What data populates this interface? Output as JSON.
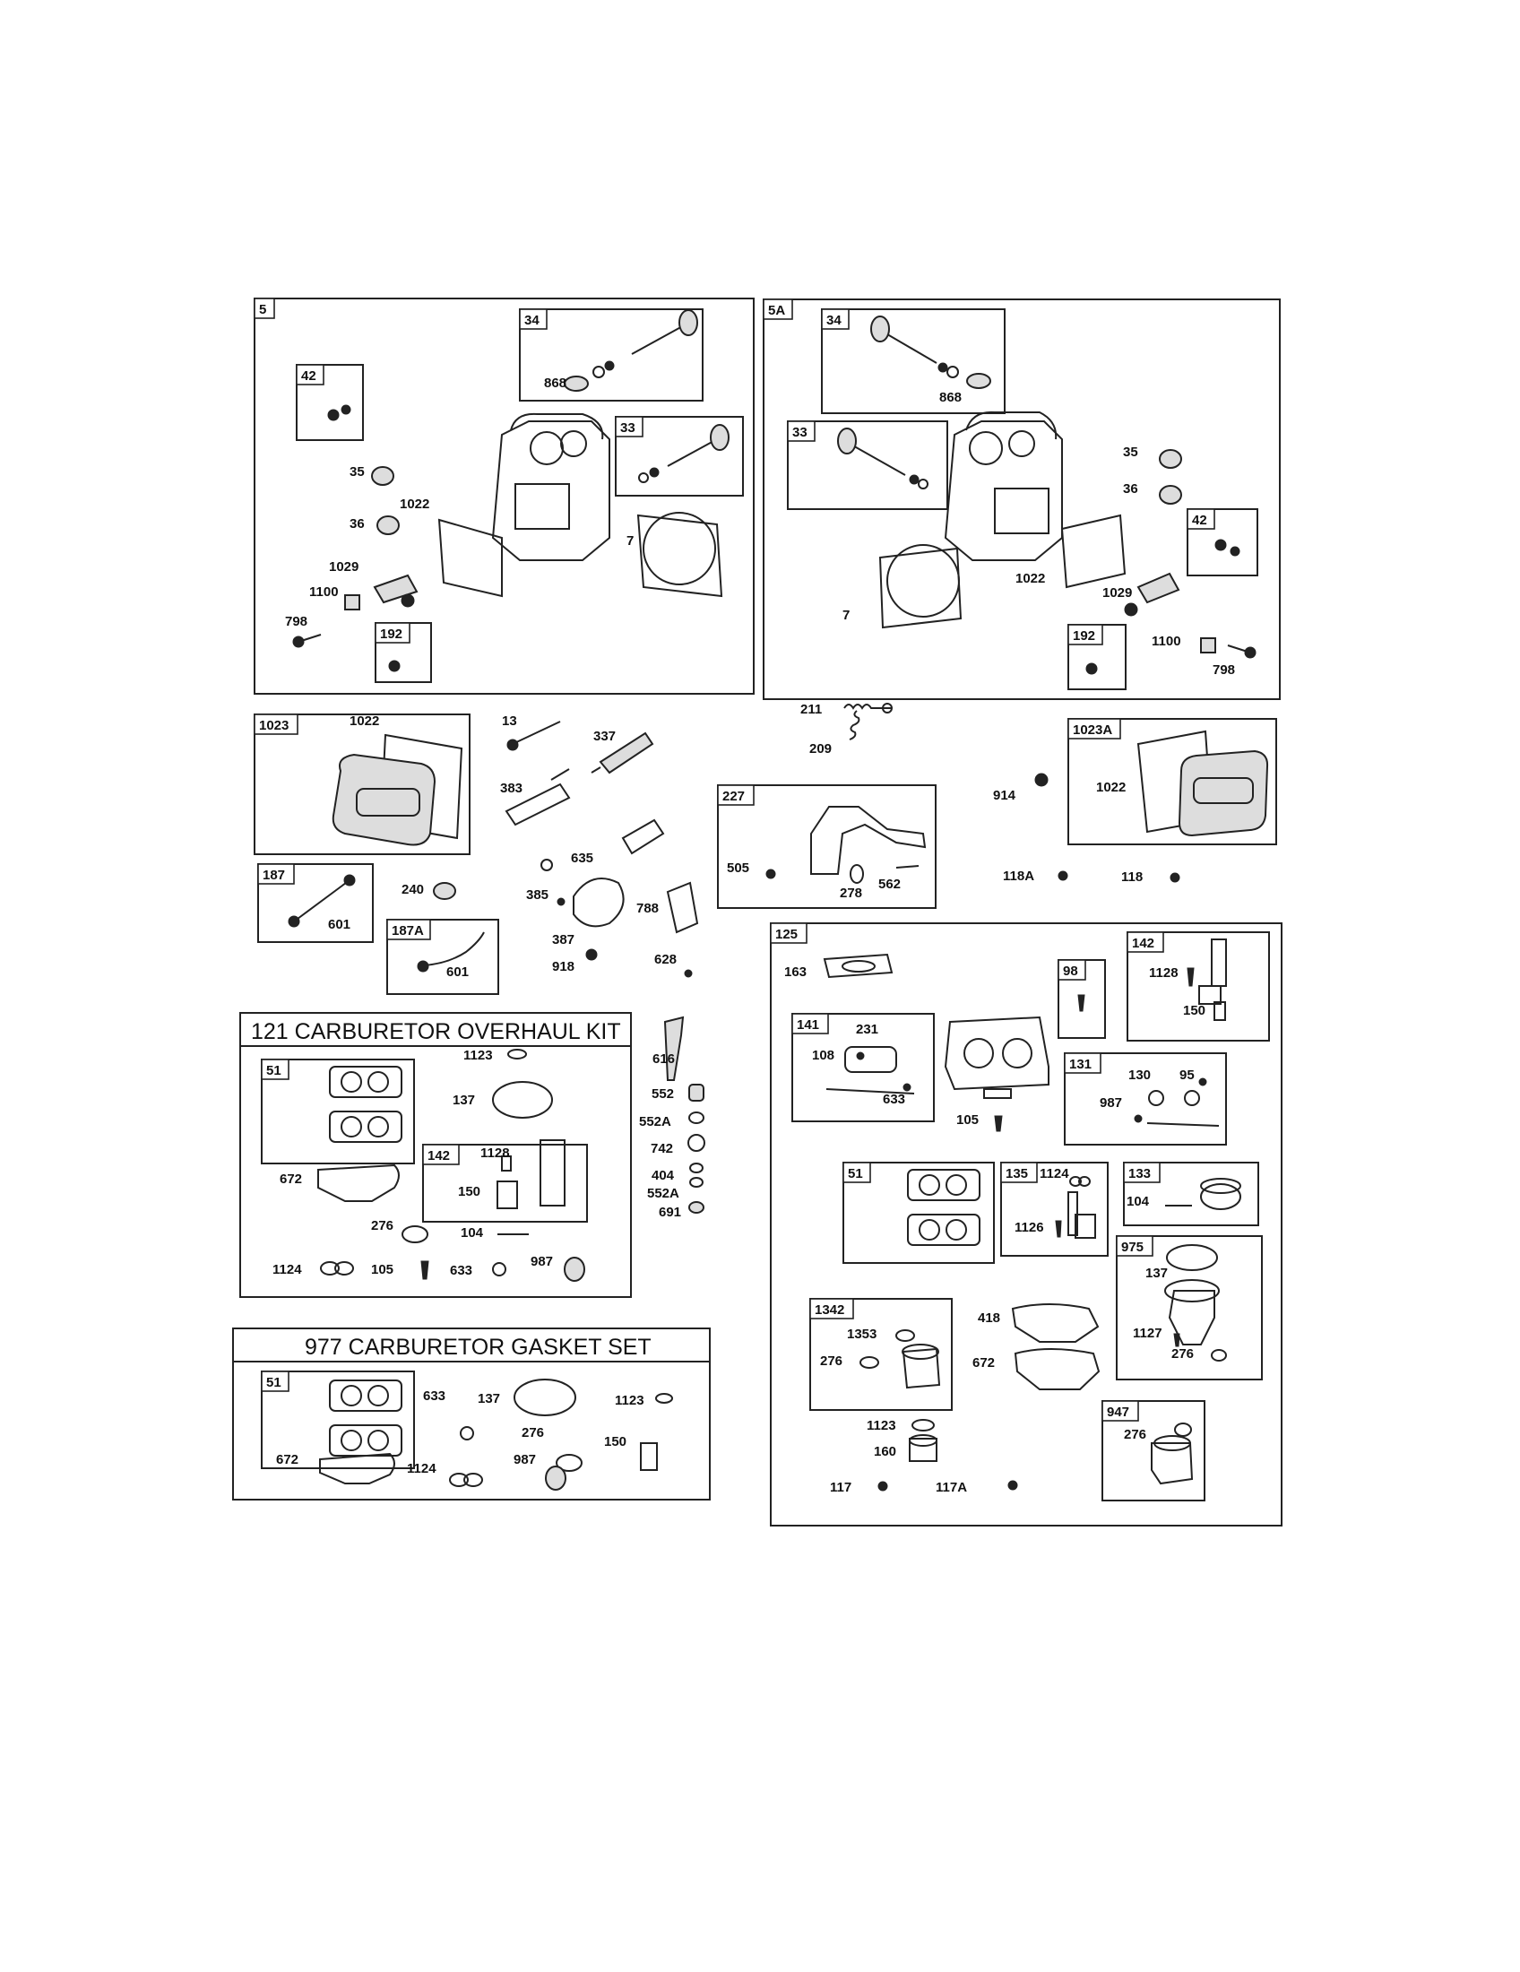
{
  "frames": [
    {
      "id": "f5",
      "tag": "5"
    },
    {
      "id": "f34a",
      "tag": "34"
    },
    {
      "id": "f42a",
      "tag": "42"
    },
    {
      "id": "f33a",
      "tag": "33"
    },
    {
      "id": "f192a",
      "tag": "192"
    },
    {
      "id": "f5A",
      "tag": "5A"
    },
    {
      "id": "f34b",
      "tag": "34"
    },
    {
      "id": "f33b",
      "tag": "33"
    },
    {
      "id": "f42b",
      "tag": "42"
    },
    {
      "id": "f192b",
      "tag": "192"
    },
    {
      "id": "f1023",
      "tag": "1023"
    },
    {
      "id": "f1023A",
      "tag": "1023A"
    },
    {
      "id": "f227",
      "tag": "227"
    },
    {
      "id": "f187",
      "tag": "187"
    },
    {
      "id": "f187A",
      "tag": "187A"
    },
    {
      "id": "f125",
      "tag": "125"
    },
    {
      "id": "f98",
      "tag": "98"
    },
    {
      "id": "f142b",
      "tag": "142"
    },
    {
      "id": "f141",
      "tag": "141"
    },
    {
      "id": "f131",
      "tag": "131"
    },
    {
      "id": "f51c",
      "tag": "51"
    },
    {
      "id": "f135",
      "tag": "135"
    },
    {
      "id": "f133",
      "tag": "133"
    },
    {
      "id": "f975",
      "tag": "975"
    },
    {
      "id": "f1342",
      "tag": "1342"
    },
    {
      "id": "f947",
      "tag": "947"
    },
    {
      "id": "f51a",
      "tag": "51"
    },
    {
      "id": "f142a",
      "tag": "142"
    },
    {
      "id": "f51b",
      "tag": "51"
    }
  ],
  "kits": {
    "overhaul_title": "121 CARBURETOR OVERHAUL KIT",
    "gasket_title": "977 CARBURETOR GASKET SET"
  },
  "callouts": [
    {
      "id": "c868a",
      "text": "868"
    },
    {
      "id": "c35a",
      "text": "35"
    },
    {
      "id": "c36a",
      "text": "36"
    },
    {
      "id": "c1022a",
      "text": "1022"
    },
    {
      "id": "c7a",
      "text": "7"
    },
    {
      "id": "c1029a",
      "text": "1029"
    },
    {
      "id": "c1100a",
      "text": "1100"
    },
    {
      "id": "c798a",
      "text": "798"
    },
    {
      "id": "c868b",
      "text": "868"
    },
    {
      "id": "c35b",
      "text": "35"
    },
    {
      "id": "c36b",
      "text": "36"
    },
    {
      "id": "c1022b",
      "text": "1022"
    },
    {
      "id": "c7b",
      "text": "7"
    },
    {
      "id": "c1029b",
      "text": "1029"
    },
    {
      "id": "c1100b",
      "text": "1100"
    },
    {
      "id": "c798b",
      "text": "798"
    },
    {
      "id": "c1022c",
      "text": "1022"
    },
    {
      "id": "c13",
      "text": "13"
    },
    {
      "id": "c337",
      "text": "337"
    },
    {
      "id": "c383",
      "text": "383"
    },
    {
      "id": "c211",
      "text": "211"
    },
    {
      "id": "c209",
      "text": "209"
    },
    {
      "id": "c914",
      "text": "914"
    },
    {
      "id": "c1022d",
      "text": "1022"
    },
    {
      "id": "c635",
      "text": "635"
    },
    {
      "id": "c505",
      "text": "505"
    },
    {
      "id": "c278",
      "text": "278"
    },
    {
      "id": "c562",
      "text": "562"
    },
    {
      "id": "c118A",
      "text": "118A"
    },
    {
      "id": "c118",
      "text": "118"
    },
    {
      "id": "c601a",
      "text": "601"
    },
    {
      "id": "c240",
      "text": "240"
    },
    {
      "id": "c385",
      "text": "385"
    },
    {
      "id": "c788",
      "text": "788"
    },
    {
      "id": "c387",
      "text": "387"
    },
    {
      "id": "c918",
      "text": "918"
    },
    {
      "id": "c628",
      "text": "628"
    },
    {
      "id": "c601b",
      "text": "601"
    },
    {
      "id": "c616",
      "text": "616"
    },
    {
      "id": "c552",
      "text": "552"
    },
    {
      "id": "c552A",
      "text": "552A"
    },
    {
      "id": "c742",
      "text": "742"
    },
    {
      "id": "c404",
      "text": "404"
    },
    {
      "id": "c552Ab",
      "text": "552A"
    },
    {
      "id": "c691",
      "text": "691"
    },
    {
      "id": "c1123a",
      "text": "1123"
    },
    {
      "id": "c137a",
      "text": "137"
    },
    {
      "id": "c1128a",
      "text": "1128"
    },
    {
      "id": "c150a",
      "text": "150"
    },
    {
      "id": "c672a",
      "text": "672"
    },
    {
      "id": "c276a",
      "text": "276"
    },
    {
      "id": "c104a",
      "text": "104"
    },
    {
      "id": "c1124a",
      "text": "1124"
    },
    {
      "id": "c105a",
      "text": "105"
    },
    {
      "id": "c633a",
      "text": "633"
    },
    {
      "id": "c987a",
      "text": "987"
    },
    {
      "id": "c137b",
      "text": "137"
    },
    {
      "id": "c1123b",
      "text": "1123"
    },
    {
      "id": "c633b",
      "text": "633"
    },
    {
      "id": "c276b",
      "text": "276"
    },
    {
      "id": "c150b",
      "text": "150"
    },
    {
      "id": "c672b",
      "text": "672"
    },
    {
      "id": "c1124b",
      "text": "1124"
    },
    {
      "id": "c987b",
      "text": "987"
    },
    {
      "id": "c163",
      "text": "163"
    },
    {
      "id": "c1128b",
      "text": "1128"
    },
    {
      "id": "c150c",
      "text": "150"
    },
    {
      "id": "c231",
      "text": "231"
    },
    {
      "id": "c108",
      "text": "108"
    },
    {
      "id": "c633c",
      "text": "633"
    },
    {
      "id": "c105b",
      "text": "105"
    },
    {
      "id": "c130",
      "text": "130"
    },
    {
      "id": "c95",
      "text": "95"
    },
    {
      "id": "c987c",
      "text": "987"
    },
    {
      "id": "c1124c",
      "text": "1124"
    },
    {
      "id": "c1126",
      "text": "1126"
    },
    {
      "id": "c104b",
      "text": "104"
    },
    {
      "id": "c137c",
      "text": "137"
    },
    {
      "id": "c1127",
      "text": "1127"
    },
    {
      "id": "c276c",
      "text": "276"
    },
    {
      "id": "c1353",
      "text": "1353"
    },
    {
      "id": "c276d",
      "text": "276"
    },
    {
      "id": "c418",
      "text": "418"
    },
    {
      "id": "c672c",
      "text": "672"
    },
    {
      "id": "c1123c",
      "text": "1123"
    },
    {
      "id": "c160",
      "text": "160"
    },
    {
      "id": "c276e",
      "text": "276"
    },
    {
      "id": "c117",
      "text": "117"
    },
    {
      "id": "c117A",
      "text": "117A"
    }
  ],
  "colors": {
    "ink": "#222222",
    "paper": "#ffffff"
  }
}
